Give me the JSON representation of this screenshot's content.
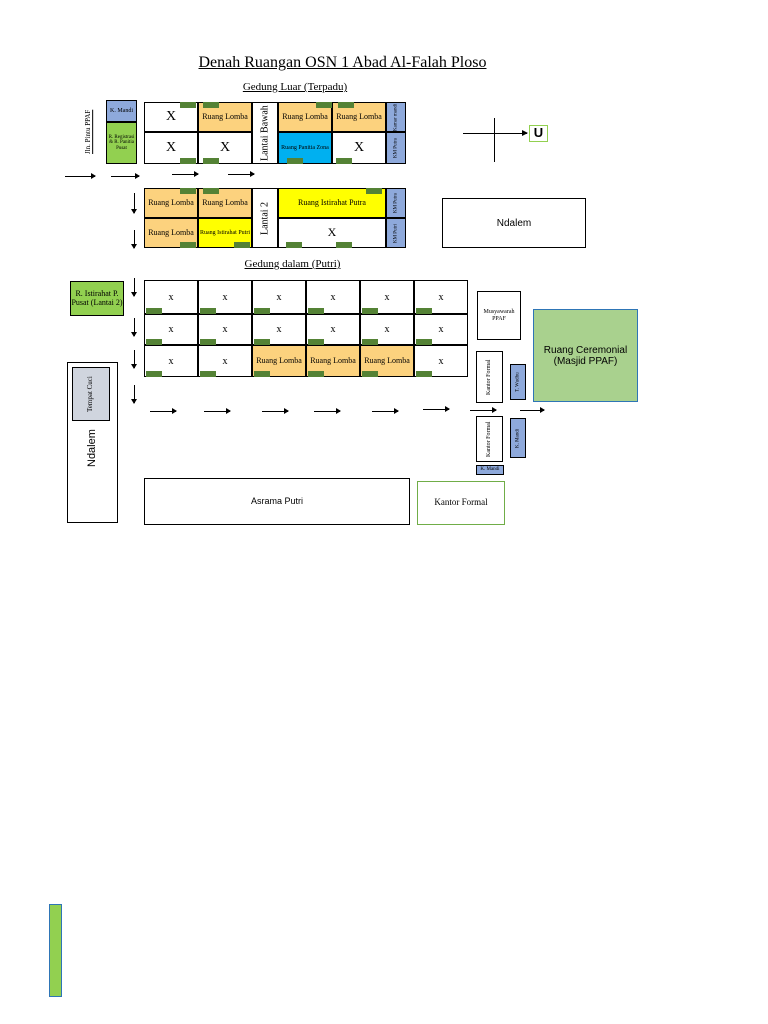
{
  "title": "Denah Ruangan OSN 1 Abad Al-Falah Ploso",
  "outer_building": {
    "heading": "Gedung Luar (Terpadu)",
    "left_stack": {
      "k_mandi": "K. Mandi",
      "registrasi": "R. Registrasi & R. Panitia Pusat",
      "vertical_label": "Jln. Pintu PPAF"
    },
    "row1": [
      "X",
      "Ruang Lomba",
      "Lantai Bawah",
      "Ruang Lomba",
      "Ruang Lomba",
      "Kamar mandi"
    ],
    "row2": [
      "X",
      "X",
      "Ruang Panitia Zona",
      "X",
      "KM Putra"
    ],
    "floor2": {
      "label": "Lantai 2",
      "lomba_a": "Ruang Lomba",
      "lomba_b": "Ruang Lomba",
      "lomba_c": "Ruang Lomba",
      "istirahat_putri": "Ruang Istirahat Putri",
      "istirahat_putra": "Ruang Istirahat Putra",
      "x": "X",
      "km_putra": "KM Putra",
      "km_putri": "KM Putri"
    }
  },
  "compass": {
    "north": "U"
  },
  "ndalem_right": "Ndalem",
  "inner_building": {
    "heading": "Gedung dalam (Putri)",
    "istirahat_pusat": "R. Istirahat P. Pusat (Lantai 2)",
    "rows": [
      [
        "x",
        "x",
        "x",
        "x",
        "x",
        "x"
      ],
      [
        "x",
        "x",
        "x",
        "x",
        "x",
        "x"
      ],
      [
        "x",
        "x",
        "Ruang Lomba",
        "Ruang Lomba",
        "Ruang Lomba",
        "x"
      ]
    ]
  },
  "musyawarah": "Musyawarah PPAF",
  "ceremonial": "Ruang Ceremonial (Masjid PPAF)",
  "kantor_formal_v1": "Kantor Formal",
  "kantor_formal_v2": "Kantor Formal",
  "t_wudhu": "T. Wudhu",
  "k_mandi_v": "K. Mandi",
  "k_mandi_small": "K. Mandi",
  "ndalem_left": "Ndalem",
  "tempat_cuci": "Tempat Cuci",
  "asrama_putri": "Asrama Putri",
  "kantor_formal_bottom": "Kantor Formal",
  "colors": {
    "lomba": "#fcd27e",
    "istirahat": "#ffff00",
    "panitia": "#00b0f0",
    "km": "#8ea9db",
    "green": "#92d050",
    "tab": "#548235"
  }
}
